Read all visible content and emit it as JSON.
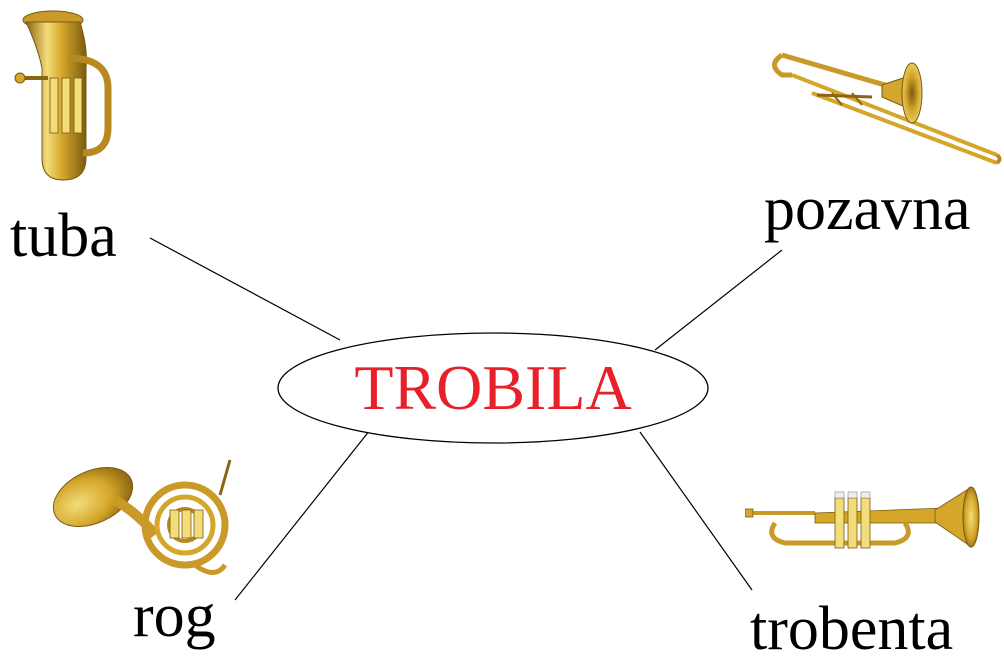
{
  "center": {
    "label": "TROBILA",
    "color": "#e8202a"
  },
  "branches": [
    {
      "id": "tuba",
      "label": "tuba",
      "icon": "tuba-icon"
    },
    {
      "id": "pozavna",
      "label": "pozavna",
      "icon": "trombone-icon"
    },
    {
      "id": "rog",
      "label": "rog",
      "icon": "french-horn-icon"
    },
    {
      "id": "trobenta",
      "label": "trobenta",
      "icon": "trumpet-icon"
    }
  ],
  "colors": {
    "brass": "#d4a62a",
    "brass_light": "#f3dc7a",
    "brass_dark": "#8a6512",
    "line": "#000000"
  }
}
